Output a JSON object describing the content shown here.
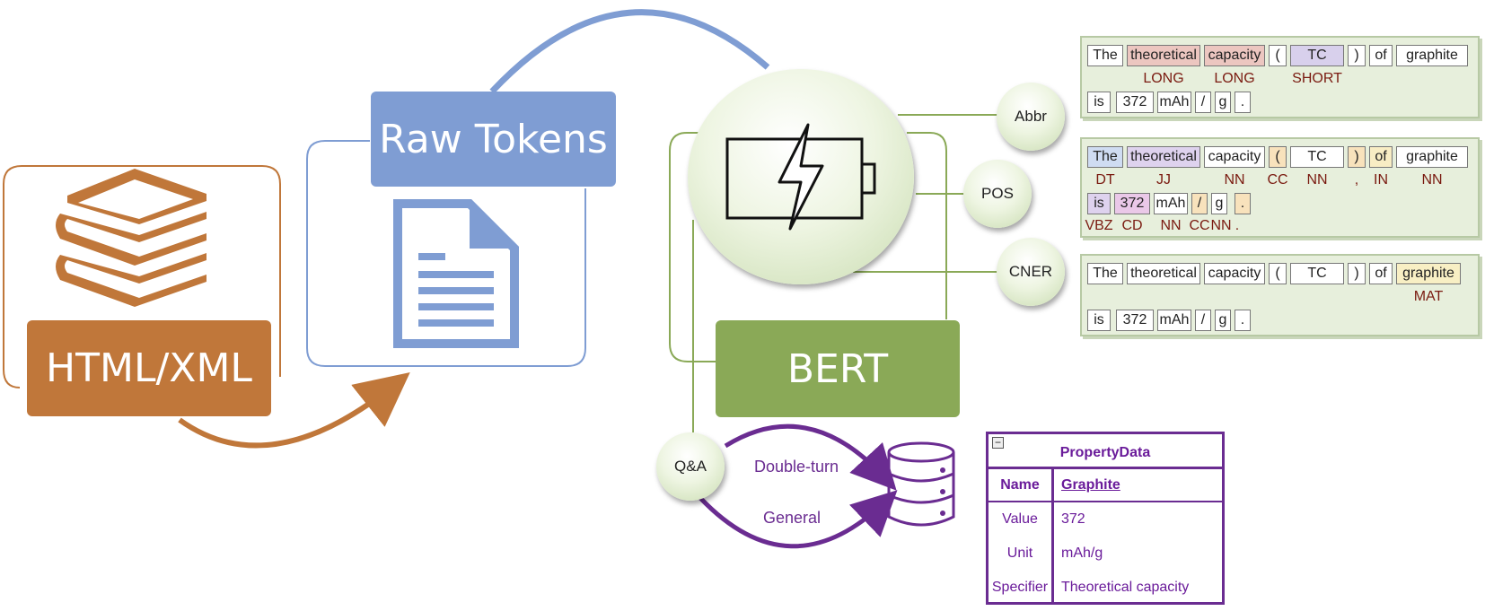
{
  "pipeline": {
    "source_label": "HTML/XML",
    "raw_tokens_label": "Raw Tokens",
    "model_label": "BERT"
  },
  "tasks": {
    "abbr": "Abbr",
    "pos": "POS",
    "cner": "CNER",
    "qa": "Q&A"
  },
  "qa_modes": {
    "double_turn": "Double-turn",
    "general": "General"
  },
  "abbr_panel": {
    "row1": [
      "The",
      "theoretical",
      "capacity",
      "(",
      "TC",
      ")",
      "of",
      "graphite"
    ],
    "row1_tags": [
      "",
      "LONG",
      "LONG",
      "",
      "SHORT",
      "",
      "",
      ""
    ],
    "row2": [
      "is",
      "372",
      "mAh",
      "/",
      "g",
      "."
    ]
  },
  "pos_panel": {
    "row1": [
      "The",
      "theoretical",
      "capacity",
      "(",
      "TC",
      ")",
      "of",
      "graphite"
    ],
    "row1_tags": [
      "DT",
      "JJ",
      "NN",
      "CC",
      "NN",
      ",",
      "IN",
      "NN"
    ],
    "row2": [
      "is",
      "372",
      "mAh",
      "/",
      "g",
      "."
    ],
    "row2_tags": [
      "VBZ",
      "CD",
      "NN",
      "CC",
      "NN",
      "."
    ]
  },
  "cner_panel": {
    "row1": [
      "The",
      "theoretical",
      "capacity",
      "(",
      "TC",
      ")",
      "of",
      "graphite"
    ],
    "row1_tags": [
      "",
      "",
      "",
      "",
      "",
      "",
      "",
      "MAT"
    ],
    "row2": [
      "is",
      "372",
      "mAh",
      "/",
      "g",
      "."
    ]
  },
  "property_data": {
    "title": "PropertyData",
    "collapse": "−",
    "rows": [
      {
        "key": "Name",
        "value": "Graphite"
      },
      {
        "key": "Value",
        "value": "372"
      },
      {
        "key": "Unit",
        "value": "mAh/g"
      },
      {
        "key": "Specifier",
        "value": "Theoretical capacity"
      }
    ]
  },
  "colors": {
    "orange": "#c0773a",
    "blue": "#7f9dd3",
    "green": "#8aa957",
    "purple": "#6a1b9a",
    "tag_red": "#7a1a10"
  }
}
